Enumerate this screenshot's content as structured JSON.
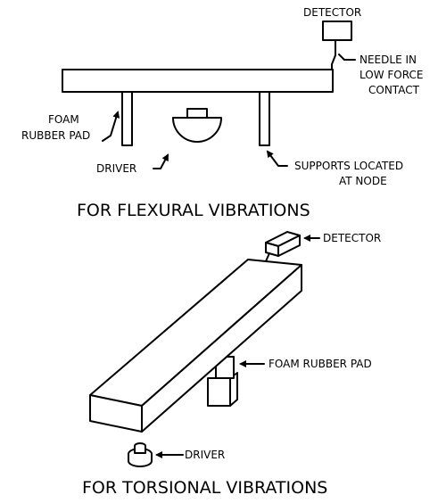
{
  "flexural": {
    "labels": {
      "detector": "DETECTOR",
      "needle_line1": "NEEDLE IN",
      "needle_line2": "LOW FORCE",
      "needle_line3": "CONTACT",
      "foam_line1": "FOAM",
      "foam_line2": "RUBBER PAD",
      "driver": "DRIVER",
      "supports_line1": "SUPPORTS LOCATED",
      "supports_line2": "AT NODE"
    },
    "caption": "FOR FLEXURAL VIBRATIONS"
  },
  "torsional": {
    "labels": {
      "detector": "DETECTOR",
      "foam": "FOAM RUBBER PAD",
      "driver": "DRIVER"
    },
    "caption": "FOR TORSIONAL VIBRATIONS"
  }
}
